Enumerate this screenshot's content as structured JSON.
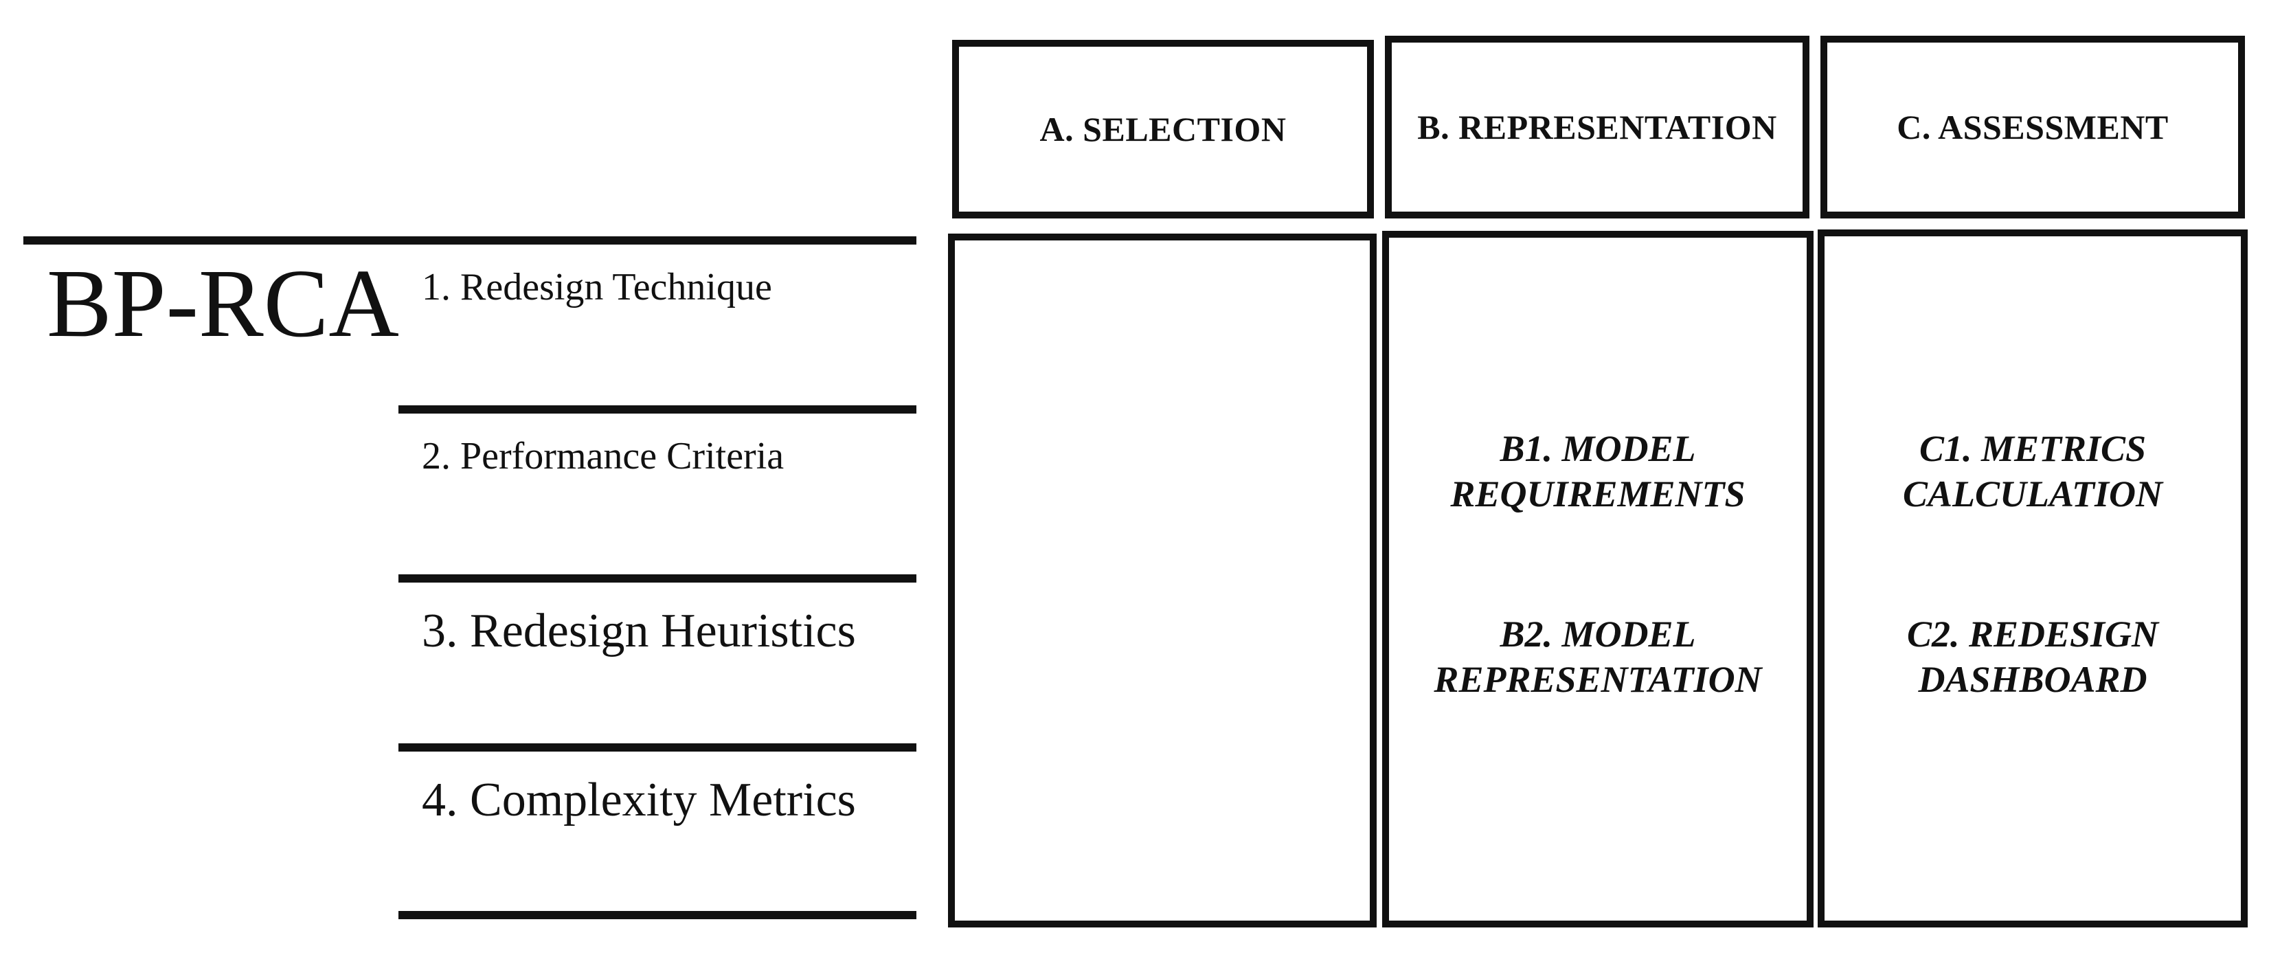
{
  "framework": {
    "title": "BP-RCA"
  },
  "rows": [
    {
      "label": "1. Redesign Technique"
    },
    {
      "label": "2. Performance Criteria"
    },
    {
      "label": "3. Redesign Heuristics"
    },
    {
      "label": "4. Complexity Metrics"
    }
  ],
  "phases": [
    {
      "header": "A. SELECTION",
      "items": []
    },
    {
      "header": "B. REPRESENTATION",
      "items": [
        {
          "line1": "B1. MODEL",
          "line2": "REQUIREMENTS"
        },
        {
          "line1": "B2. MODEL",
          "line2": "REPRESENTATION"
        }
      ]
    },
    {
      "header": "C. ASSESSMENT",
      "items": [
        {
          "line1": "C1. METRICS",
          "line2": "CALCULATION"
        },
        {
          "line1": "C2. REDESIGN",
          "line2": "DASHBOARD"
        }
      ]
    }
  ]
}
